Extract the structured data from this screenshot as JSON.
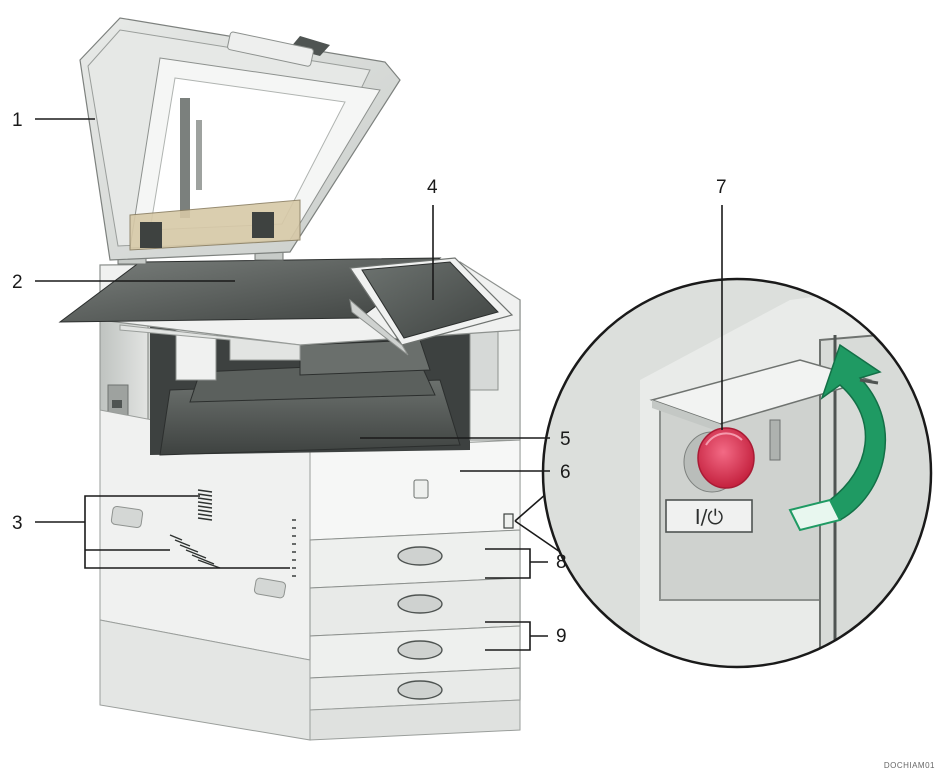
{
  "callouts": [
    "1",
    "2",
    "3",
    "4",
    "5",
    "6",
    "7",
    "8",
    "9"
  ],
  "switch_label": "I/⏻",
  "figure_code": "DOCHIAM01",
  "colors": {
    "body_light": "#f2f3f2",
    "body_mid": "#d9dbd9",
    "body_dark": "#4f5452",
    "screen": "#5a5f5c",
    "power_button": "#d9304d",
    "arrow": "#1f9a63"
  },
  "icons": [
    "power-switch-icon",
    "rotation-arrow-icon"
  ]
}
